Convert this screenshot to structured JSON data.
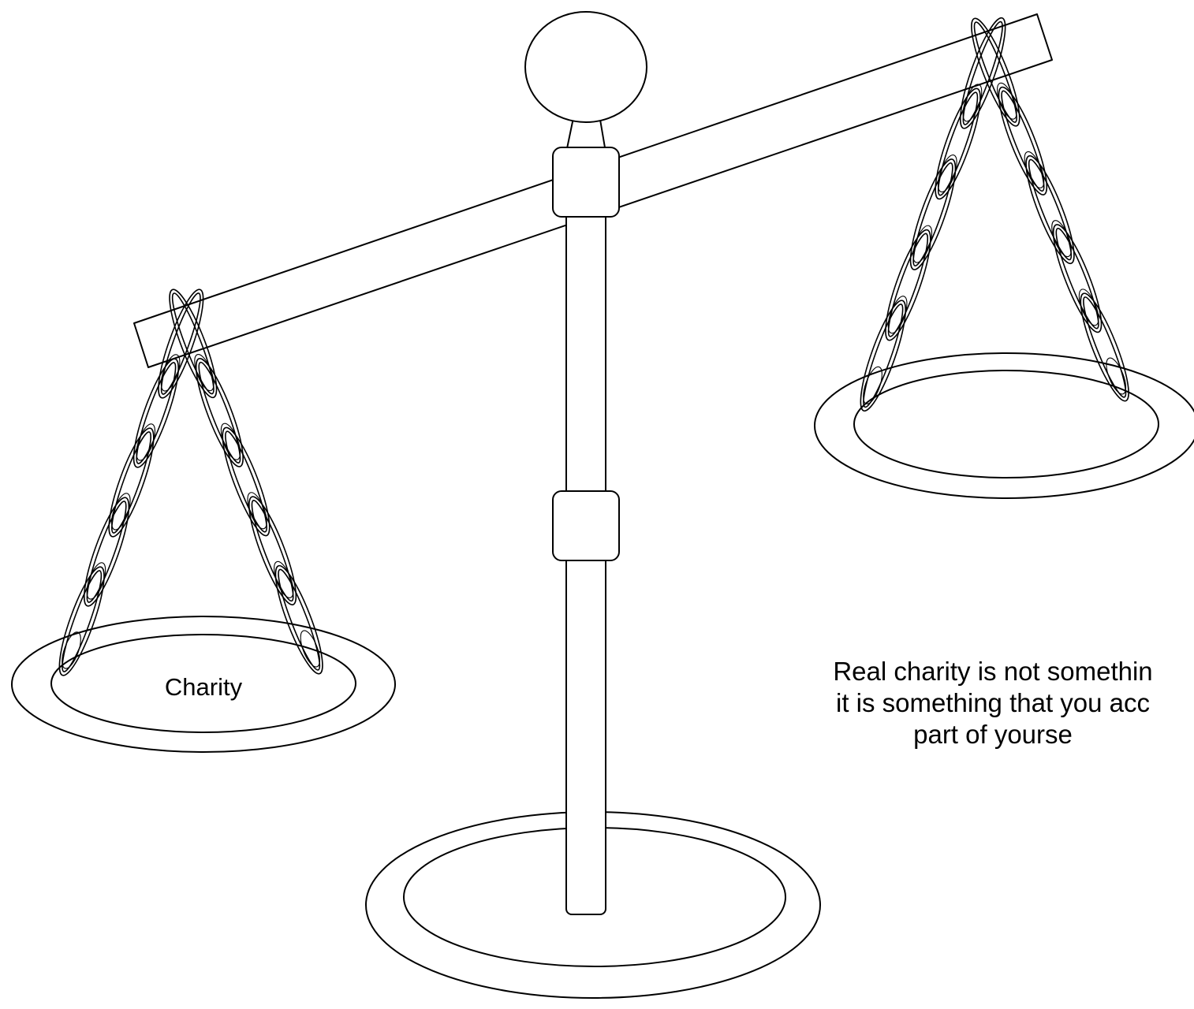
{
  "left_pan": {
    "label": "Charity"
  },
  "quote": {
    "lines": [
      "Real charity is not somethin",
      "it is something that you acc",
      "part of yourse"
    ]
  },
  "colors": {
    "ink": "#000000",
    "background": "#ffffff"
  }
}
